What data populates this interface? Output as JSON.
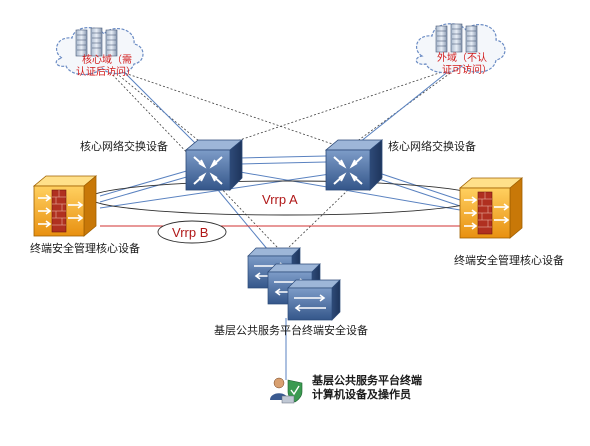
{
  "labels": {
    "core_domain_line1": "核心域（需",
    "core_domain_line2": "认证后访问）",
    "external_domain_line1": "外域（不认",
    "external_domain_line2": "证可访问）",
    "core_switch_left": "核心网络交换设备",
    "core_switch_right": "核心网络交换设备",
    "vrrp_a": "Vrrp A",
    "vrrp_b": "Vrrp B",
    "terminal_core_left": "终端安全管理核心设备",
    "terminal_core_right": "终端安全管理核心设备",
    "grassroots_device": "基层公共服务平台终端安全设备",
    "operator_line1": "基层公共服务平台终端",
    "operator_line2": "计算机设备及操作员"
  },
  "colors": {
    "link_blue": "#5a82c0",
    "link_dash": "#404040",
    "link_red": "#d03030",
    "switch_blue": "#3a5f92",
    "firewall_orange": "#f0a020",
    "cloud_stroke": "#5a82c0"
  },
  "icons": [
    "server-rack-icon",
    "cloud-icon",
    "core-switch-icon",
    "firewall-icon",
    "access-switch-icon",
    "operator-icon"
  ]
}
